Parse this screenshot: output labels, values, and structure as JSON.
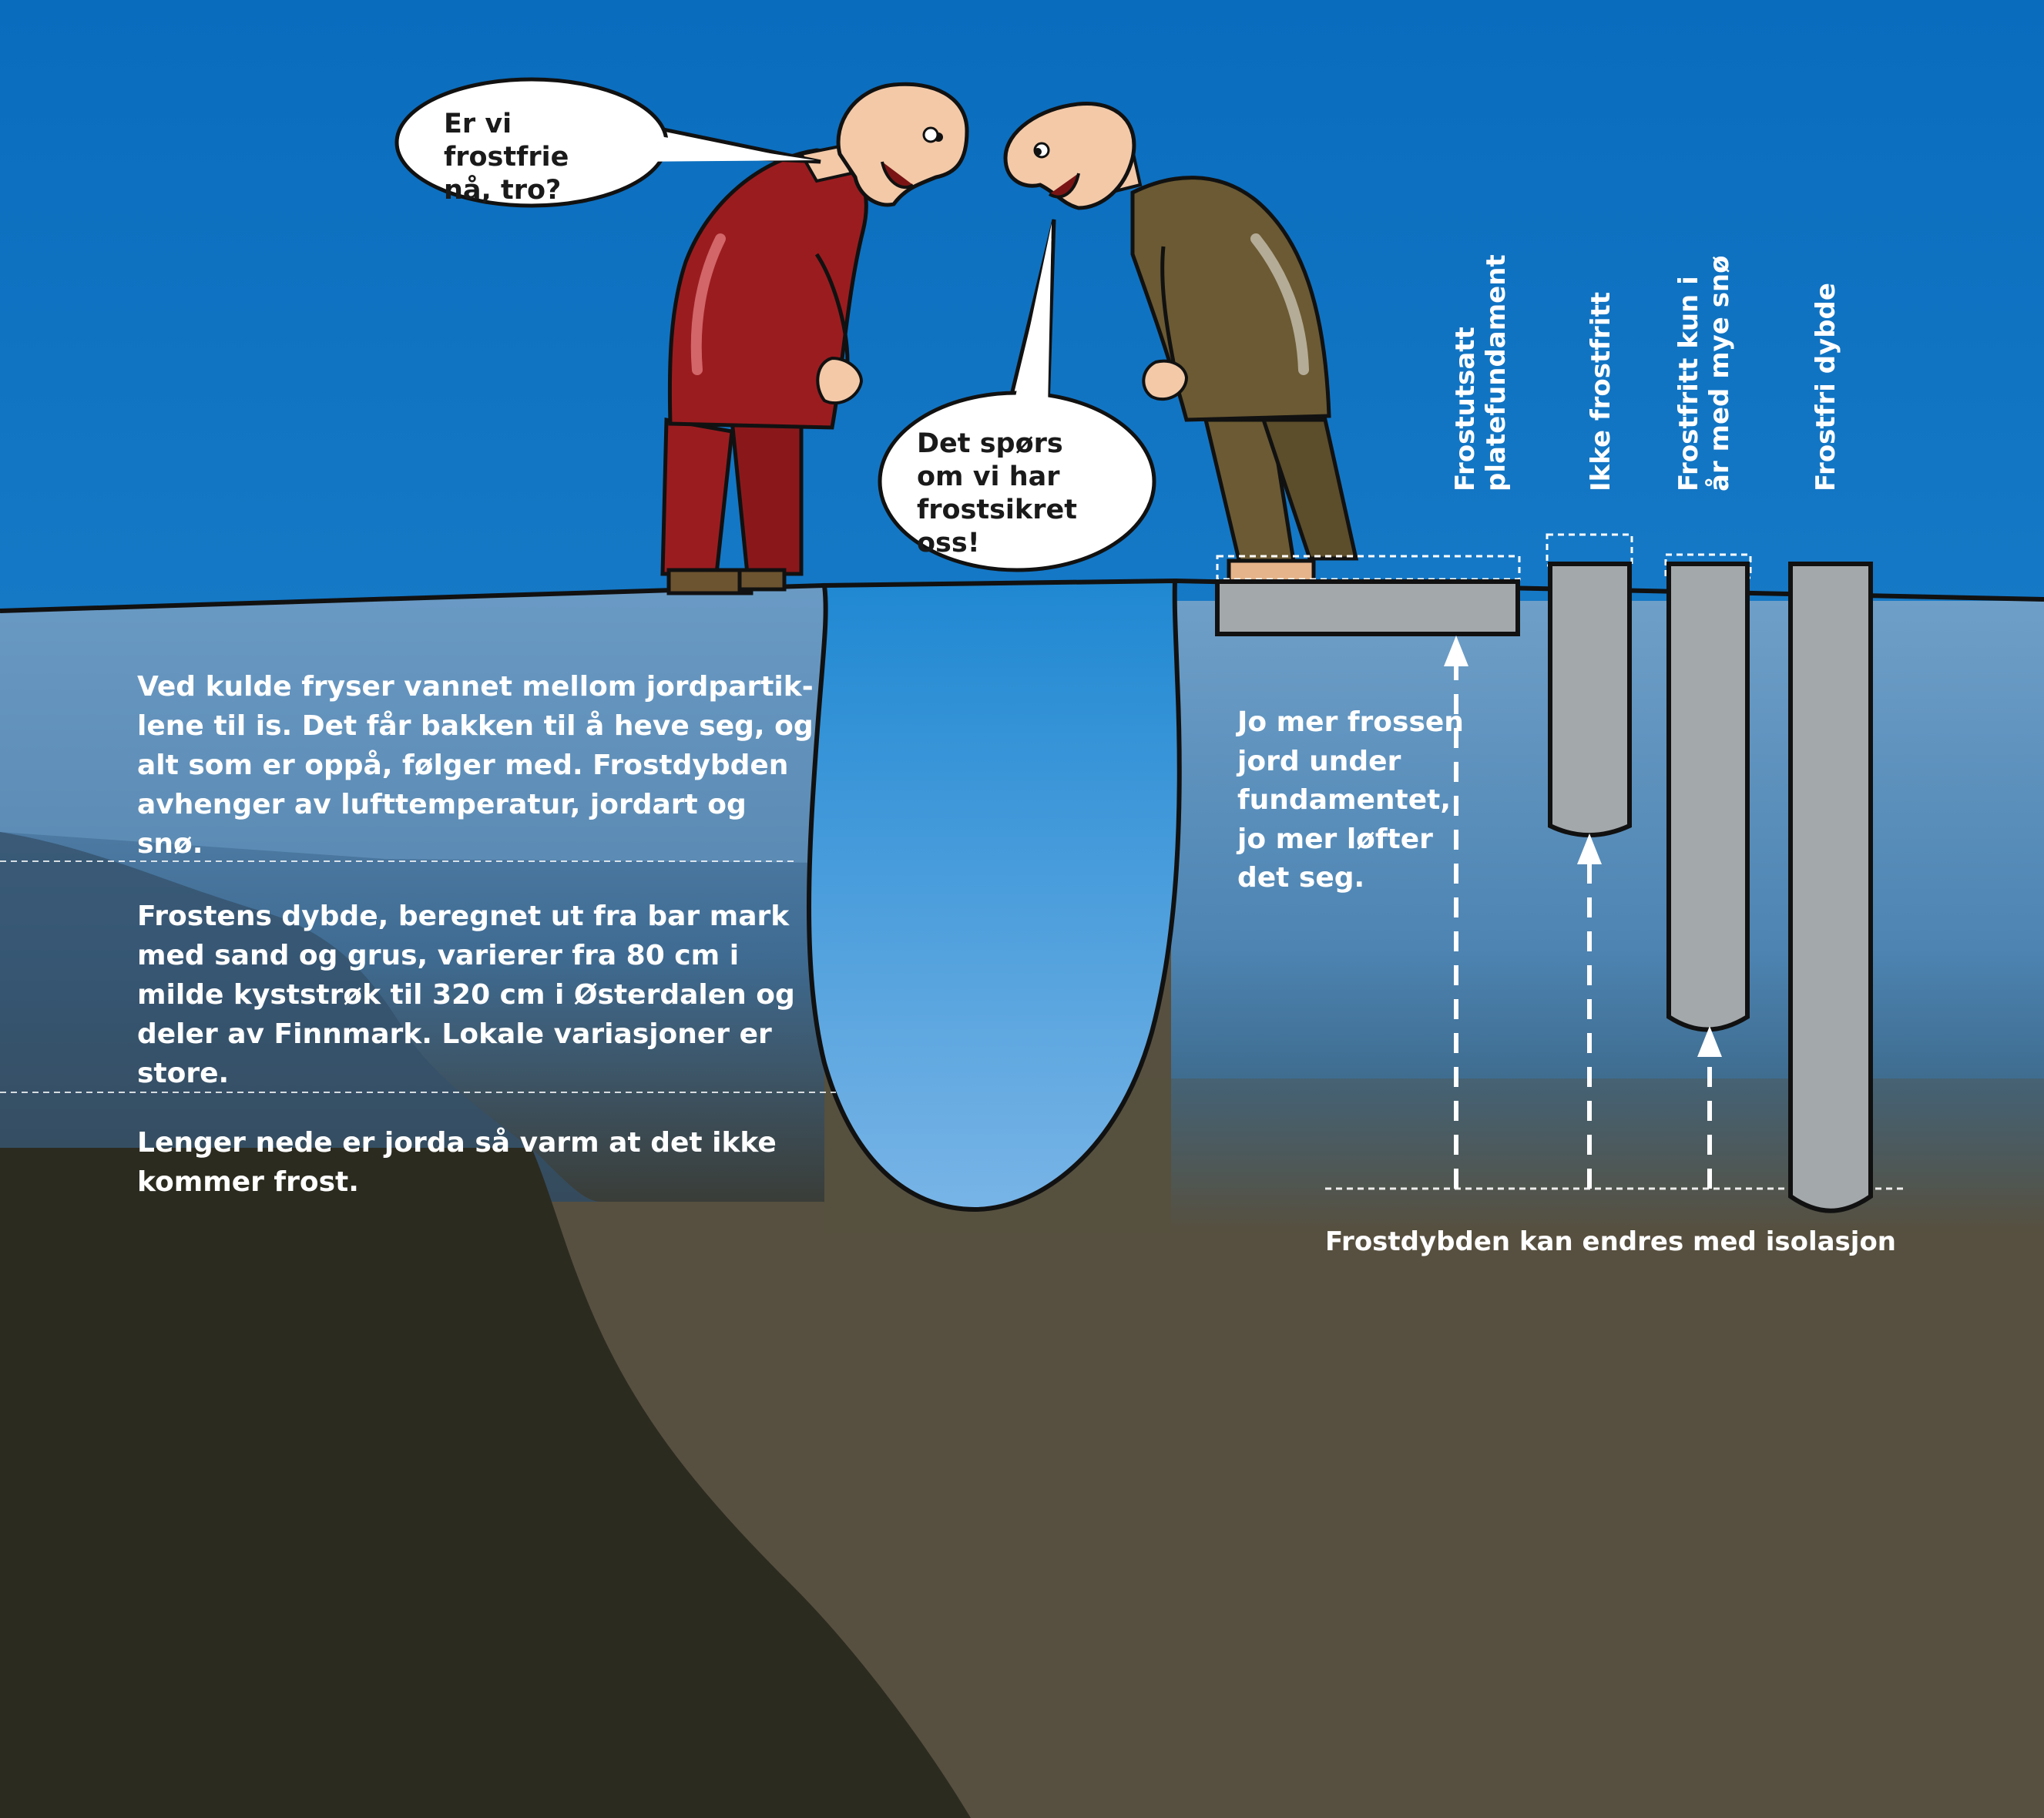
{
  "speech": {
    "bubble_left": "Er vi frostfrie\nnå, tro?",
    "bubble_right": "Det spørs\nom vi har\nfrostsikret oss!"
  },
  "info": {
    "paragraph_1": "Ved kulde fryser vannet mellom jordpartik-lene til is. Det får bakken til å heve seg, og alt som er oppå, følger med. Frostdybden avhenger av lufttemperatur, jordart og snø.",
    "paragraph_2": "Frostens dybde, beregnet ut fra bar mark med sand og grus, varierer fra 80 cm i milde kyststrøk til 320 cm i Østerdalen og deler av Finnmark. Lokale variasjoner er store.",
    "paragraph_3": "Lenger nede er jorda så varm at det ikke kommer frost."
  },
  "foundations": {
    "labels": [
      "Frostutsatt\nplatefundament",
      "Ikke frostfritt",
      "Frostfritt kun i\når med mye snø",
      "Frostfri dybde"
    ],
    "side_note": "Jo mer frossen jord under fundamentet, jo mer løfter det seg.",
    "caption": "Frostdybden kan endres med isolasjon"
  },
  "colors": {
    "sky_top": "#0a6fc0",
    "sky_bottom": "#2a8fd6",
    "frozen_ground": "#4d84b2",
    "deep_ground": "#575040",
    "cliff_dark": "#2c2b20",
    "foundation": "#a3a8ab",
    "man_red": "#9b1c1f",
    "man_brown": "#6b5a33",
    "skin": "#f3c9a8"
  }
}
